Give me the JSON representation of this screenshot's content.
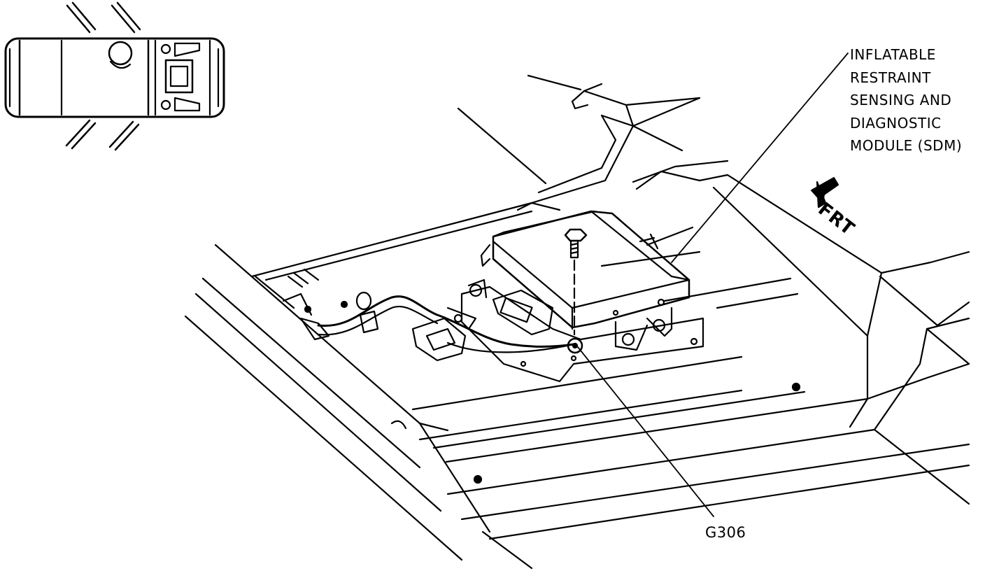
{
  "callouts": {
    "sdm_lines": [
      "INFLATABLE",
      "RESTRAINT",
      "SENSING AND",
      "DIAGNOSTIC",
      "MODULE (SDM)"
    ],
    "ground_point": "G306"
  },
  "direction": {
    "label": "FRT",
    "icon": "front-arrow-icon"
  },
  "locator": {
    "icon": "vehicle-top-view-icon"
  }
}
